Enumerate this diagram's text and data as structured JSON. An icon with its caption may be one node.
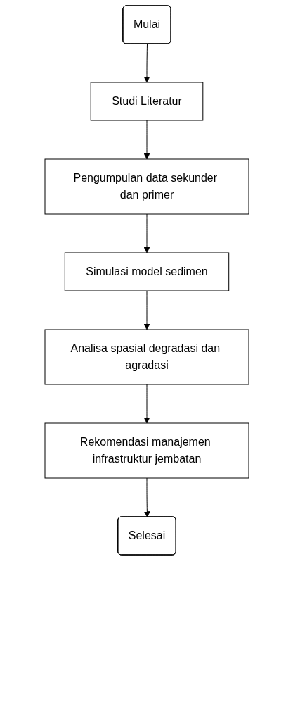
{
  "diagram": {
    "nodes": [
      {
        "text": [
          "Mulai"
        ]
      },
      {
        "text": [
          "Studi Literatur"
        ]
      },
      {
        "text": [
          "Pengumpulan data sekunder dan primer"
        ]
      },
      {
        "text": [
          "Simulasi model sedimen"
        ]
      },
      {
        "text": [
          "Analisa spasial degradasi dan agradasi"
        ]
      },
      {
        "text": [
          "Rekomendasi manajemen infrastruktur jembatan"
        ]
      },
      {
        "text": [
          "Selesai"
        ]
      }
    ],
    "edges": [
      {
        "from": 0,
        "to": 1,
        "arrow": "to"
      },
      {
        "from": 1,
        "to": 2,
        "arrow": "to"
      },
      {
        "from": 2,
        "to": 3,
        "arrow": "to"
      },
      {
        "from": 3,
        "to": 4,
        "arrow": "to"
      },
      {
        "from": 4,
        "to": 5,
        "arrow": "to"
      },
      {
        "from": 5,
        "to": 6,
        "arrow": "to"
      }
    ]
  }
}
